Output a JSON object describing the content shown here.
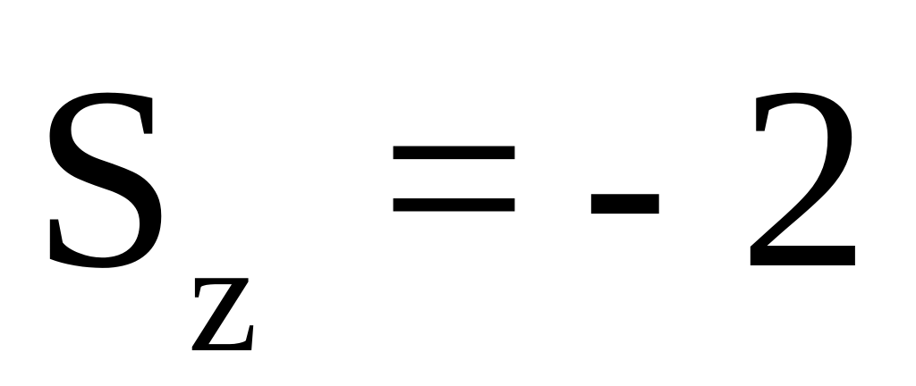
{
  "formula": {
    "symbol": "S",
    "subscript": "z",
    "equals": "=",
    "minus": "-",
    "value": "2"
  },
  "colors": {
    "background": "#ffffff",
    "text": "#000000"
  }
}
